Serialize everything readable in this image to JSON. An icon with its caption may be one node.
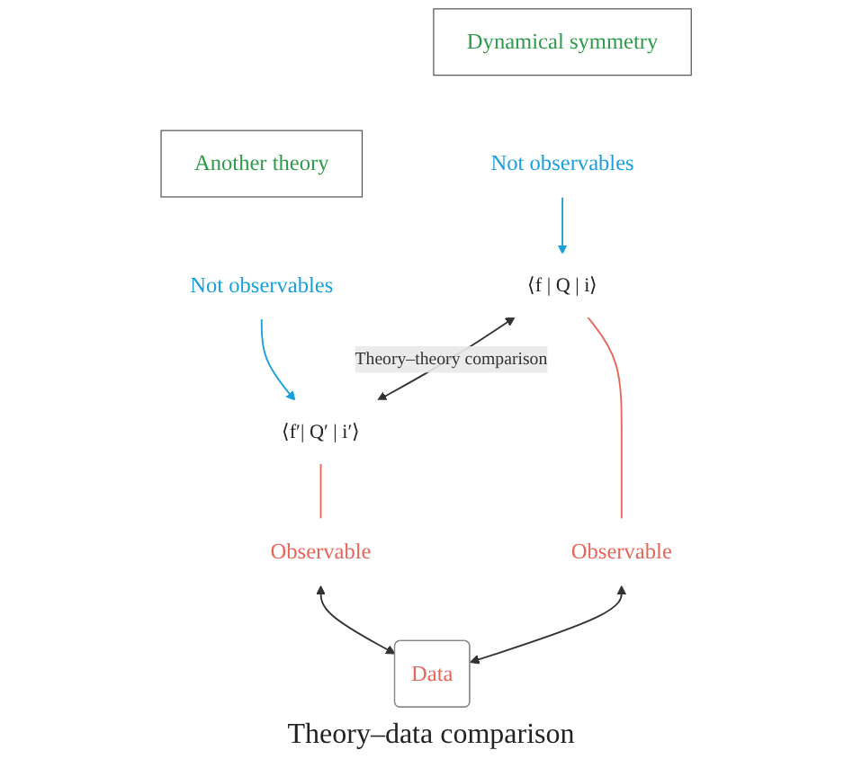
{
  "diagram": {
    "nodes": [
      {
        "text": [
          "Dynamical symmetry"
        ]
      },
      {
        "text": [
          "Another theory"
        ]
      },
      {
        "text": [
          "Not observables"
        ]
      },
      {
        "text": [
          "⟨f | Q | i⟩"
        ]
      },
      {
        "text": [
          "Observable"
        ]
      },
      {
        "text": [
          "Not observables"
        ]
      },
      {
        "text": [
          "⟨f′| Q′ | i′⟩"
        ]
      },
      {
        "text": [
          "Observable"
        ]
      },
      {
        "text": [
          "Data"
        ]
      }
    ],
    "edges": [
      {
        "from": 2,
        "to": 3,
        "arrow": "to",
        "color": "#1a9fdb"
      },
      {
        "from": 5,
        "to": 6,
        "arrow": "to",
        "color": "#1a9fdb"
      },
      {
        "from": 3,
        "to": 4,
        "arrow": "none",
        "color": "#e8655a"
      },
      {
        "from": 6,
        "to": 7,
        "arrow": "none",
        "color": "#e8655a"
      },
      {
        "from": 3,
        "to": 6,
        "arrow": "both",
        "label": "Theory–theory comparison"
      },
      {
        "from": 4,
        "to": 8,
        "arrow": "both"
      },
      {
        "from": 7,
        "to": 8,
        "arrow": "both"
      }
    ],
    "labels": [
      "Theory–data comparison"
    ]
  }
}
